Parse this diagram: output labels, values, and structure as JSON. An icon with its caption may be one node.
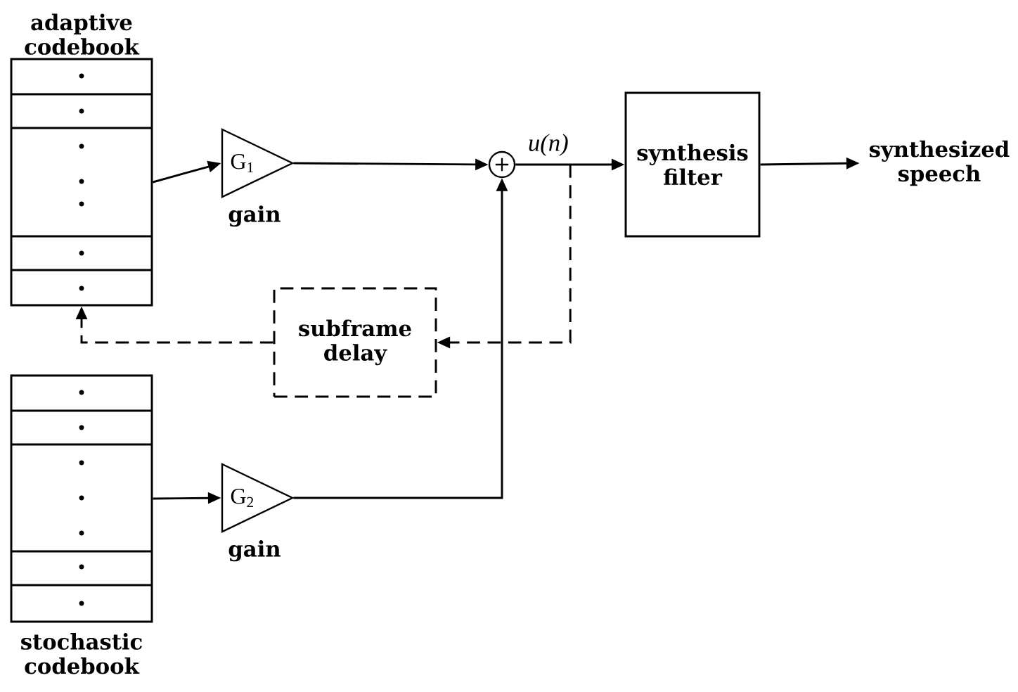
{
  "diagram": {
    "nodes": [
      {
        "text": [
          "adaptive codebook"
        ]
      },
      {
        "text": [
          "G$_{1}$"
        ],
        "beside": [
          "gain"
        ]
      },
      {
        "text": [
          "+"
        ]
      },
      {
        "text": [
          "synthesis filter"
        ]
      },
      {
        "text": [
          "synthesized speech"
        ]
      },
      {
        "text": [
          "subframe delay"
        ]
      },
      {
        "text": [
          "stochastic codebook"
        ]
      },
      {
        "text": [
          "G$_{2}$"
        ],
        "beside": [
          "gain"
        ]
      }
    ],
    "edges": [
      {
        "from": 0,
        "to": 1,
        "arrow": "to"
      },
      {
        "from": 1,
        "to": 2,
        "arrow": "to"
      },
      {
        "from": 2,
        "to": 3,
        "arrow": "to",
        "label": "u(n)"
      },
      {
        "from": 3,
        "to": 4,
        "arrow": "to"
      },
      {
        "from": 2,
        "to": 5,
        "arrow": "to",
        "style": "dashed"
      },
      {
        "from": 5,
        "to": 0,
        "arrow": "to",
        "style": "dashed"
      },
      {
        "from": 6,
        "to": 7,
        "arrow": "to"
      },
      {
        "from": 7,
        "to": 2,
        "arrow": "to"
      }
    ]
  }
}
